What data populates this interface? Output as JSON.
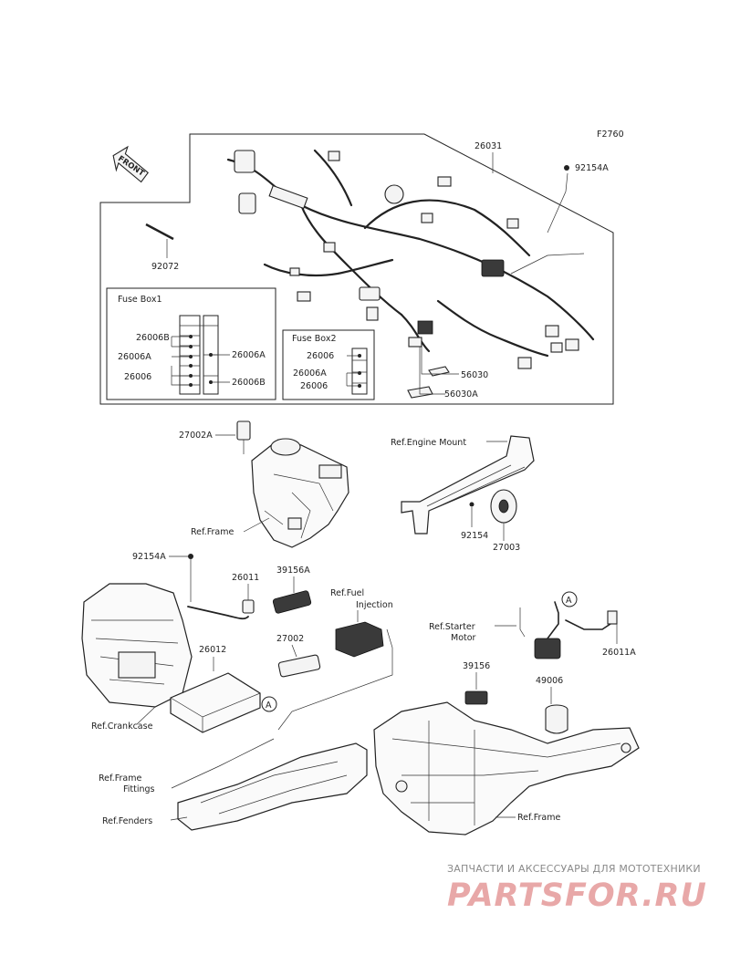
{
  "figure_code": "F2760",
  "front_label": "FRONT",
  "fuse_box1": {
    "title": "Fuse Box1",
    "labels_left": [
      "26006B",
      "26006A",
      "26006"
    ],
    "labels_right": [
      "26006A",
      "26006B"
    ]
  },
  "fuse_box2": {
    "title": "Fuse Box2",
    "labels": [
      "26006",
      "26006A",
      "26006"
    ]
  },
  "parts": {
    "p26031": "26031",
    "p92154A_top": "92154A",
    "p92072": "92072",
    "p56030": "56030",
    "p56030A": "56030A",
    "p27002A": "27002A",
    "p92154": "92154",
    "p27003": "27003",
    "p92154A_mid": "92154A",
    "p26011": "26011",
    "p39156A": "39156A",
    "p26012": "26012",
    "p27002": "27002",
    "p26011A": "26011A",
    "p39156": "39156",
    "p49006": "49006"
  },
  "refs": {
    "engine_mount": "Ref.Engine Mount",
    "frame_upper": "Ref.Frame",
    "fuel_line1": "Ref.Fuel",
    "fuel_line2": "Injection",
    "starter_line1": "Ref.Starter",
    "starter_line2": "Motor",
    "crankcase": "Ref.Crankcase",
    "frame_fittings_line1": "Ref.Frame",
    "frame_fittings_line2": "Fittings",
    "fenders": "Ref.Fenders",
    "frame_lower": "Ref.Frame"
  },
  "callout": "A",
  "watermark": {
    "tagline": "ЗАПЧАСТИ И АКСЕССУАРЫ ДЛЯ МОТОТЕХНИКИ",
    "logo": "PARTSFOR.RU"
  },
  "colors": {
    "line": "#222222",
    "watermark_text": "#8a8a8a",
    "watermark_logo": "#e8a8a8"
  }
}
